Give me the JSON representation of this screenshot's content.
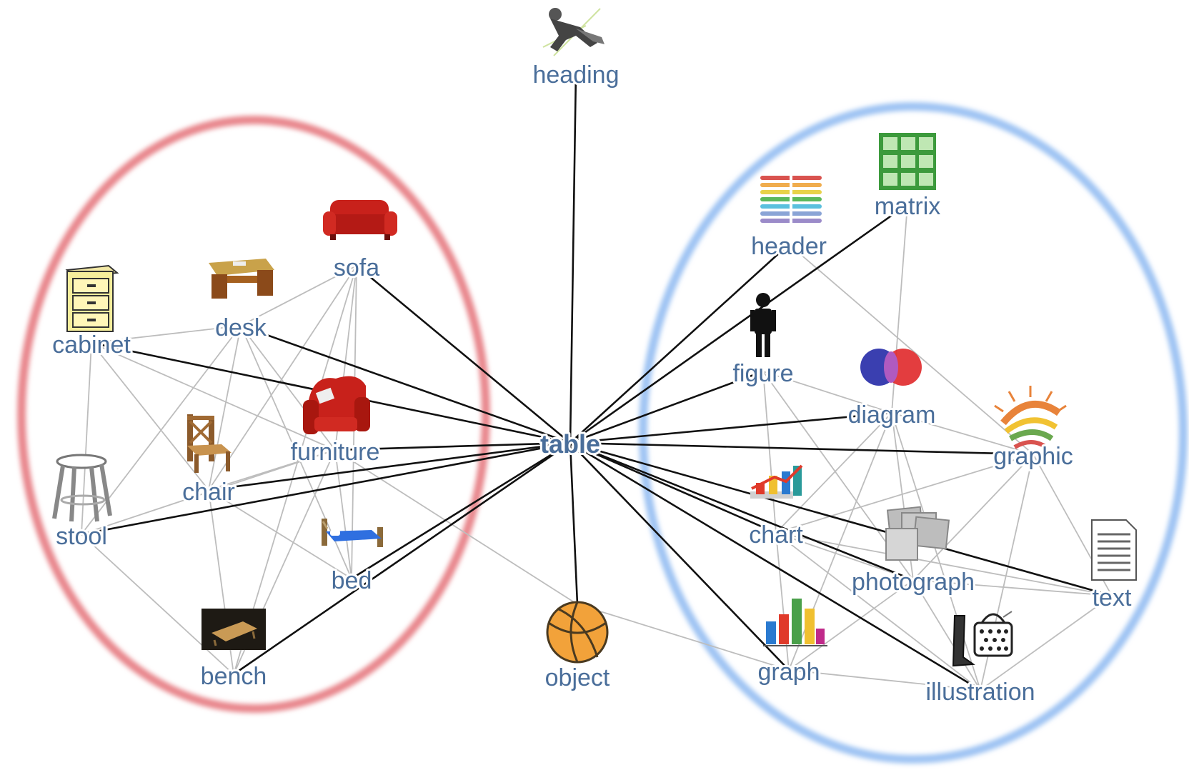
{
  "graph": {
    "center": "table",
    "nodes": {
      "heading": {
        "label": "heading",
        "icon": "figure-skater-icon"
      },
      "sofa": {
        "label": "sofa",
        "icon": "sofa-icon"
      },
      "desk": {
        "label": "desk",
        "icon": "desk-icon"
      },
      "cabinet": {
        "label": "cabinet",
        "icon": "cabinet-icon"
      },
      "furniture": {
        "label": "furniture",
        "icon": "armchair-icon"
      },
      "chair": {
        "label": "chair",
        "icon": "wooden-chair-icon"
      },
      "stool": {
        "label": "stool",
        "icon": "stool-icon"
      },
      "bed": {
        "label": "bed",
        "icon": "bed-icon"
      },
      "bench": {
        "label": "bench",
        "icon": "bench-photo-icon"
      },
      "table": {
        "label": "table",
        "icon": ""
      },
      "object": {
        "label": "object",
        "icon": "basketball-icon"
      },
      "header": {
        "label": "header",
        "icon": "colored-stripes-icon"
      },
      "matrix": {
        "label": "matrix",
        "icon": "grid-icon"
      },
      "figure": {
        "label": "figure",
        "icon": "person-silhouette-icon"
      },
      "diagram": {
        "label": "diagram",
        "icon": "venn-diagram-icon"
      },
      "graphic": {
        "label": "graphic",
        "icon": "sunburst-graphic-icon"
      },
      "chart": {
        "label": "chart",
        "icon": "bar-chart-3d-icon"
      },
      "photograph": {
        "label": "photograph",
        "icon": "photo-stack-icon"
      },
      "text": {
        "label": "text",
        "icon": "document-icon"
      },
      "graph": {
        "label": "graph",
        "icon": "bar-graph-icon"
      },
      "illustration": {
        "label": "illustration",
        "icon": "handbag-illustration-icon"
      }
    },
    "strong_edges": [
      [
        "table",
        "heading"
      ],
      [
        "table",
        "sofa"
      ],
      [
        "table",
        "desk"
      ],
      [
        "table",
        "cabinet"
      ],
      [
        "table",
        "furniture"
      ],
      [
        "table",
        "chair"
      ],
      [
        "table",
        "stool"
      ],
      [
        "table",
        "bed"
      ],
      [
        "table",
        "bench"
      ],
      [
        "table",
        "object"
      ],
      [
        "table",
        "header"
      ],
      [
        "table",
        "matrix"
      ],
      [
        "table",
        "figure"
      ],
      [
        "table",
        "diagram"
      ],
      [
        "table",
        "graphic"
      ],
      [
        "table",
        "chart"
      ],
      [
        "table",
        "photograph"
      ],
      [
        "table",
        "text"
      ],
      [
        "table",
        "graph"
      ],
      [
        "table",
        "illustration"
      ]
    ],
    "weak_edges": [
      [
        "desk",
        "sofa"
      ],
      [
        "desk",
        "cabinet"
      ],
      [
        "desk",
        "chair"
      ],
      [
        "desk",
        "stool"
      ],
      [
        "desk",
        "furniture"
      ],
      [
        "desk",
        "bed"
      ],
      [
        "sofa",
        "chair"
      ],
      [
        "sofa",
        "furniture"
      ],
      [
        "sofa",
        "bed"
      ],
      [
        "sofa",
        "bench"
      ],
      [
        "cabinet",
        "stool"
      ],
      [
        "cabinet",
        "chair"
      ],
      [
        "cabinet",
        "furniture"
      ],
      [
        "furniture",
        "chair"
      ],
      [
        "furniture",
        "stool"
      ],
      [
        "furniture",
        "bed"
      ],
      [
        "furniture",
        "bench"
      ],
      [
        "furniture",
        "object"
      ],
      [
        "chair",
        "bench"
      ],
      [
        "chair",
        "bed"
      ],
      [
        "stool",
        "bench"
      ],
      [
        "header",
        "graphic"
      ],
      [
        "matrix",
        "diagram"
      ],
      [
        "figure",
        "diagram"
      ],
      [
        "figure",
        "chart"
      ],
      [
        "figure",
        "photograph"
      ],
      [
        "diagram",
        "graphic"
      ],
      [
        "diagram",
        "chart"
      ],
      [
        "diagram",
        "photograph"
      ],
      [
        "diagram",
        "graph"
      ],
      [
        "diagram",
        "illustration"
      ],
      [
        "graphic",
        "chart"
      ],
      [
        "graphic",
        "photograph"
      ],
      [
        "graphic",
        "text"
      ],
      [
        "graphic",
        "illustration"
      ],
      [
        "chart",
        "graph"
      ],
      [
        "chart",
        "text"
      ],
      [
        "chart",
        "photograph"
      ],
      [
        "chart",
        "illustration"
      ],
      [
        "photograph",
        "text"
      ],
      [
        "photograph",
        "graph"
      ],
      [
        "photograph",
        "illustration"
      ],
      [
        "text",
        "illustration"
      ],
      [
        "graph",
        "illustration"
      ],
      [
        "object",
        "graph"
      ]
    ]
  },
  "clusters": {
    "left": {
      "color": "#e8868c"
    },
    "right": {
      "color": "#9ec3f3"
    }
  },
  "colors": {
    "label": "#4a6e9a",
    "strong_edge": "#111111",
    "weak_edge": "#bdbdbd"
  }
}
